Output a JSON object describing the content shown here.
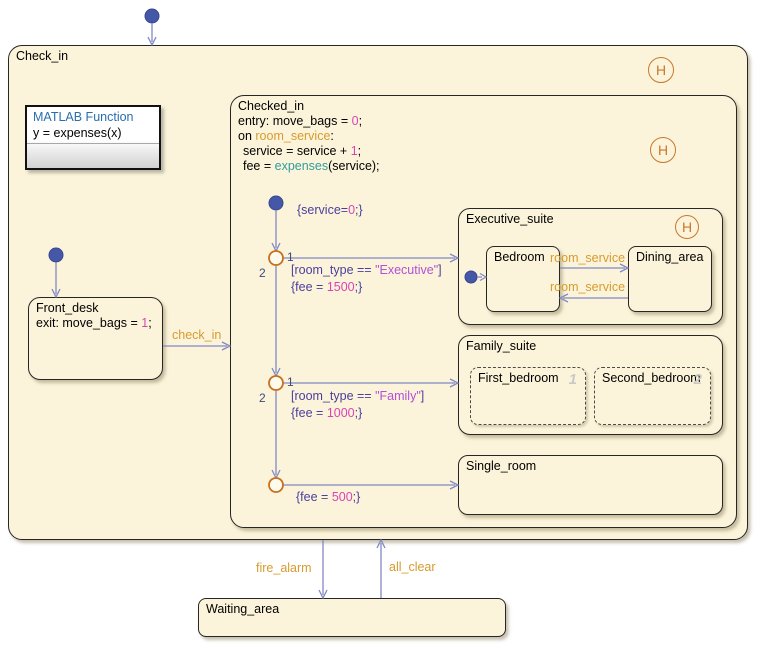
{
  "colors": {
    "state_fill": "#fcf4da",
    "line": "#8089c4",
    "dot": "#4557a7",
    "junction": "#c8701d",
    "history": "#c8782d",
    "event": "#d79b2f",
    "number": "#da44b4",
    "string": "#b44fd6",
    "label": "#4a3f9e",
    "func": "#2f9d9d",
    "mlfn_header": "#2a6fad"
  },
  "states": {
    "check_in": {
      "title": "Check_in"
    },
    "checked_in": {
      "title": "Checked_in",
      "entry_prefix": "entry: move_bags = ",
      "entry_num": "0",
      "entry_suffix": ";",
      "on_prefix": "on ",
      "on_event": "room_service",
      "on_suffix": ":",
      "svc_prefix": "service = service + ",
      "svc_num": "1",
      "svc_suffix": ";",
      "fee_prefix": "fee = ",
      "fee_fn": "expenses",
      "fee_suffix": "(service);"
    },
    "front_desk": {
      "title": "Front_desk",
      "exit_prefix": "exit: move_bags = ",
      "exit_num": "1",
      "exit_suffix": ";"
    },
    "executive_suite": {
      "title": "Executive_suite"
    },
    "bedroom": {
      "title": "Bedroom"
    },
    "dining_area": {
      "title": "Dining_area"
    },
    "family_suite": {
      "title": "Family_suite"
    },
    "first_bedroom": {
      "title": "First_bedroom",
      "order": "1"
    },
    "second_bedroom": {
      "title": "Second_bedroom",
      "order": "2"
    },
    "single_room": {
      "title": "Single_room"
    },
    "waiting_area": {
      "title": "Waiting_area"
    }
  },
  "matlab_function": {
    "header": "MATLAB Function",
    "signature": "y = expenses(x)"
  },
  "transitions": {
    "init_checked_in": {
      "action_prefix": "{service=",
      "action_num": "0",
      "action_suffix": ";}"
    },
    "to_executive": {
      "cond_prefix": "[room_type == ",
      "cond_str": "\"Executive\"",
      "cond_suffix": "]",
      "action_prefix": "{fee = ",
      "action_num": "1500",
      "action_suffix": ";}"
    },
    "to_family": {
      "cond_prefix": "[room_type == ",
      "cond_str": "\"Family\"",
      "cond_suffix": "]",
      "action_prefix": "{fee = ",
      "action_num": "1000",
      "action_suffix": ";}"
    },
    "to_single": {
      "action_prefix": "{fee = ",
      "action_num": "500",
      "action_suffix": ";}"
    },
    "check_in": {
      "event": "check_in"
    },
    "fire_alarm": {
      "event": "fire_alarm"
    },
    "all_clear": {
      "event": "all_clear"
    },
    "bedroom_to_dining": {
      "event": "room_service"
    },
    "dining_to_bedroom": {
      "event": "room_service"
    }
  },
  "junctions": {
    "j1": {
      "port1": "1",
      "port2": "2"
    },
    "j2": {
      "port1": "1",
      "port2": "2"
    }
  },
  "icons": {
    "history_label": "H"
  }
}
